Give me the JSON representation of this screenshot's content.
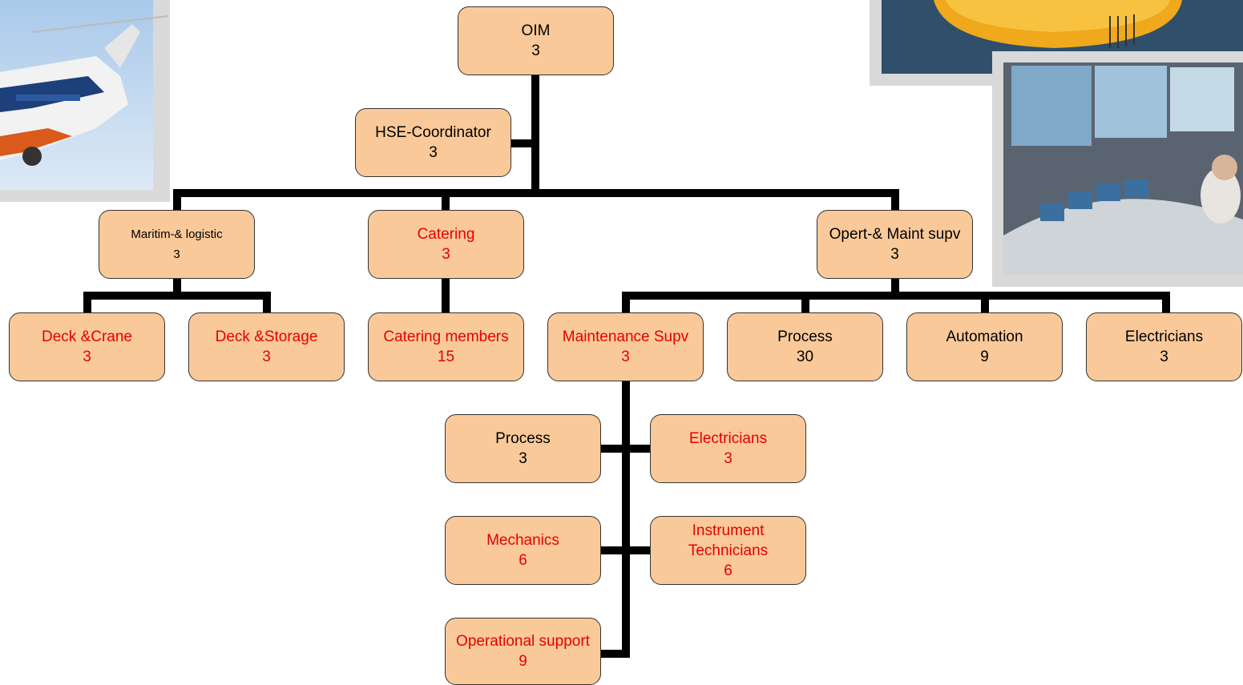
{
  "colors": {
    "box_fill": "#fac999",
    "red_text": "#e60000",
    "connector": "#000000"
  },
  "photos": [
    {
      "name": "helicopter-photo-icon"
    },
    {
      "name": "platform-photo-icon"
    },
    {
      "name": "control-room-photo-icon"
    }
  ],
  "nodes": {
    "oim": {
      "title": "OIM",
      "count": "3"
    },
    "hse": {
      "title": "HSE-Coordinator",
      "count": "3"
    },
    "maritim": {
      "title": "Maritim-& logistic",
      "count": "3"
    },
    "catering": {
      "title": "Catering",
      "count": "3"
    },
    "opert": {
      "title": "Opert-& Maint supv",
      "count": "3"
    },
    "deck_crane": {
      "title": "Deck &Crane",
      "count": "3"
    },
    "deck_storage": {
      "title": "Deck &Storage",
      "count": "3"
    },
    "catering_members": {
      "title": "Catering members",
      "count": "15"
    },
    "maint_supv": {
      "title": "Maintenance Supv",
      "count": "3"
    },
    "process_top": {
      "title": "Process",
      "count": "30"
    },
    "automation": {
      "title": "Automation",
      "count": "9"
    },
    "electricians_top": {
      "title": "Electricians",
      "count": "3"
    },
    "process_sub": {
      "title": "Process",
      "count": "3"
    },
    "electricians_sub": {
      "title": "Electricians",
      "count": "3"
    },
    "mechanics": {
      "title": "Mechanics",
      "count": "6"
    },
    "instrument": {
      "title": "Instrument Technicians",
      "count": "6"
    },
    "operational": {
      "title": "Operational support",
      "count": "9"
    }
  }
}
